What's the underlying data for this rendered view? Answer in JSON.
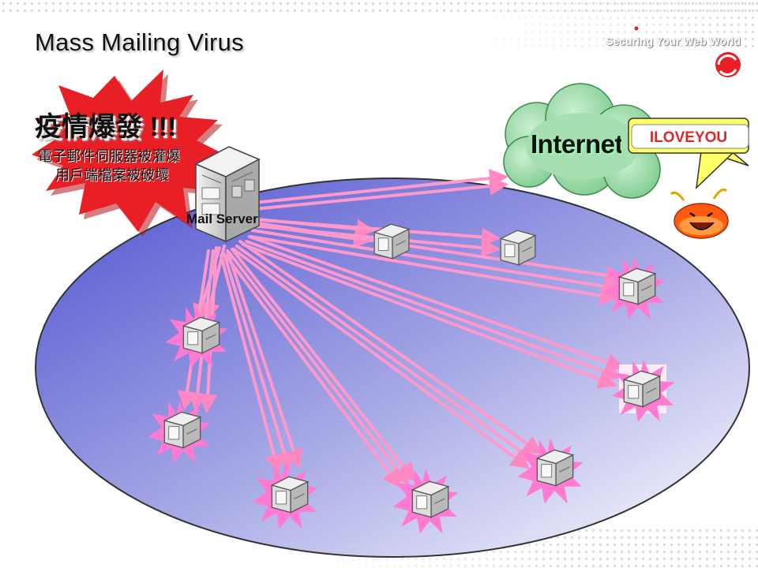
{
  "slide": {
    "title": "Mass Mailing Virus",
    "tagline": "Securing Your Web World"
  },
  "burst": {
    "title": "疫情爆發 !!!",
    "line1": "電子郵件伺服器被灌爆",
    "line2": "用戶端檔案被破壞"
  },
  "nodes": {
    "server_label": "Mail Server",
    "internet_label": "Internet",
    "virus_label": "ILOVEYOU"
  },
  "colors": {
    "arrow": "#ff99cc",
    "burst": "#e81f25",
    "glow": "#ff7ad0",
    "oval_top": "#5b5fd2",
    "oval_bottom": "#ffffff",
    "cloud": "#8cd39b",
    "speech_bubble": "#ffff66"
  },
  "icons": {
    "server": "server-tower-icon",
    "computer": "desktop-computer-icon",
    "virus": "bug-face-icon",
    "logo": "trend-micro-logo-icon"
  }
}
